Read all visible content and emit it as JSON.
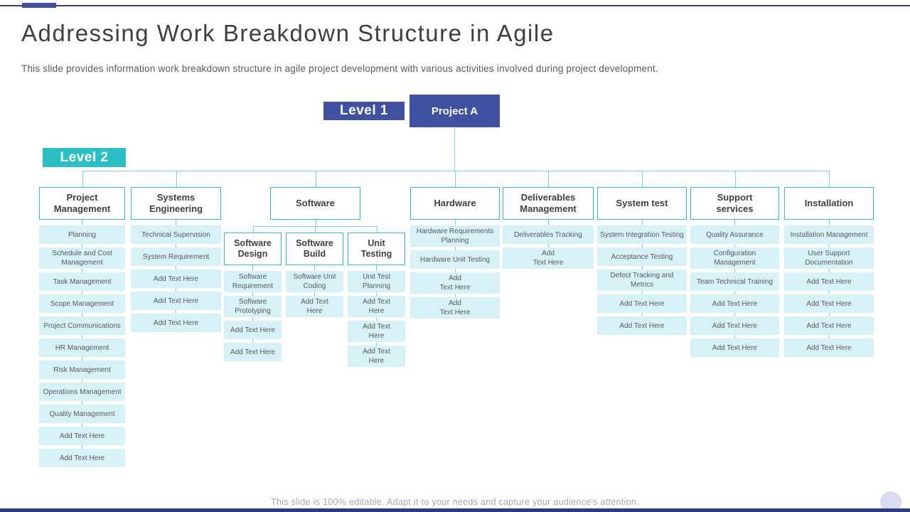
{
  "header": {
    "title": "Addressing Work Breakdown Structure in Agile",
    "subtitle": "This slide provides information work breakdown structure in agile project development with various activities involved during project development."
  },
  "legend": {
    "level1": "Level 1",
    "level2": "Level 2"
  },
  "root": {
    "label": "Project A"
  },
  "colors": {
    "accent_indigo": "#3f51a0",
    "accent_teal": "#2bbfc4",
    "connector_teal": "#7fd4d8",
    "item_fill": "#d7f2f6",
    "item_text": "#595959",
    "heading_text": "#3f3f3f",
    "footer_text": "#a8a8a8",
    "corner_circle": "#d8dcee"
  },
  "columns": [
    {
      "id": "project-management",
      "label": "Project Management",
      "items": [
        "Planning",
        "Schedule and Cost Management",
        "Task Management",
        "Scope Management",
        "Project Communications",
        "HR Management",
        "Risk Management",
        "Operations Management",
        "Quality Management",
        "Add Text Here",
        "Add Text Here"
      ]
    },
    {
      "id": "systems-engineering",
      "label": "Systems Engineering",
      "items": [
        "Technical Supervision",
        "System Requirement",
        "Add Text Here",
        "Add Text Here",
        "Add Text Here"
      ]
    },
    {
      "id": "software",
      "label": "Software",
      "items": [],
      "children": [
        {
          "id": "software-design",
          "label": "Software Design",
          "items": [
            "Software Requirement",
            "Software Prototyping",
            "Add Text Here",
            "Add Text Here"
          ]
        },
        {
          "id": "software-build",
          "label": "Software Build",
          "items": [
            "Software Unit Coding",
            "Add Text\nHere"
          ]
        },
        {
          "id": "unit-testing",
          "label": "Unit Testing",
          "items": [
            "Unit Test Planning",
            "Add Text\nHere",
            "Add Text\nHere",
            "Add Text\nHere"
          ]
        }
      ]
    },
    {
      "id": "hardware",
      "label": "Hardware",
      "items": [
        "Hardware Requirements Planning",
        "Hardware Unit Testing",
        "Add\nText Here",
        "Add\nText Here"
      ]
    },
    {
      "id": "deliverables-management",
      "label": "Deliverables Management",
      "items": [
        "Deliverables Tracking",
        "Add\nText Here"
      ]
    },
    {
      "id": "system-test",
      "label": "System test",
      "items": [
        "System Integration Testing",
        "Acceptance Testing",
        "Defect Tracking and Metrics",
        "Add Text Here",
        "Add Text Here"
      ]
    },
    {
      "id": "support-services",
      "label": "Support services",
      "items": [
        "Quality Assurance",
        "Configuration Management",
        "Team Technical Training",
        "Add Text Here",
        "Add Text Here",
        "Add Text Here"
      ]
    },
    {
      "id": "installation",
      "label": "Installation",
      "items": [
        "Installation Management",
        "User Support Documentation",
        "Add Text Here",
        "Add Text Here",
        "Add Text Here",
        "Add Text Here"
      ]
    }
  ],
  "footer": {
    "note": "This slide is 100% editable. Adapt it to your needs and capture your audience's attention."
  }
}
